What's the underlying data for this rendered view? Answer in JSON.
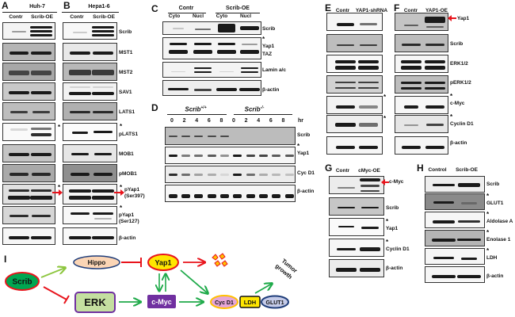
{
  "panels": {
    "A": {
      "letter": "A",
      "cell_line": "Huh-7",
      "lanes": [
        "Contr",
        "Scrib-OE"
      ],
      "blots": [
        "Scrib",
        "MST1",
        "MST2",
        "SAV1",
        "LATS1",
        "pLATS1",
        "MOB1",
        "pMOB1",
        "pYap1 (Ser397)",
        "pYap1 (Ser127)",
        "β-actin"
      ]
    },
    "B": {
      "letter": "B",
      "cell_line": "Hepa1-6",
      "lanes": [
        "Contr",
        "Scrib-OE"
      ],
      "labels": [
        "Scrib",
        "MST1",
        "MST2",
        "SAV1",
        "LATS1",
        "pLATS1",
        "MOB1",
        "pMOB1",
        "pYap1",
        "(Ser397)",
        "pYap1",
        "(Ser127)",
        "β-actin"
      ]
    },
    "C": {
      "letter": "C",
      "groups": [
        "Contr",
        "Scrib-OE"
      ],
      "lanes": [
        "Cyto",
        "Nucl",
        "Cyto",
        "Nucl"
      ],
      "labels": [
        "Scrib",
        "Yap1",
        "TAZ",
        "Lamin a/c",
        "β-actin"
      ]
    },
    "D": {
      "letter": "D",
      "groups": [
        "Scrib",
        "Scrib"
      ],
      "group_superscripts": [
        "+/+",
        "-/-"
      ],
      "timepoints": [
        "0",
        "2",
        "4",
        "6",
        "8",
        "0",
        "2",
        "4",
        "6",
        "8"
      ],
      "time_unit": "hr",
      "labels": [
        "Scrib",
        "Yap1",
        "Cyc D1",
        "β-actin"
      ]
    },
    "E": {
      "letter": "E",
      "lanes": [
        "Contr",
        "YAP1-shRNA"
      ]
    },
    "F": {
      "letter": "F",
      "lanes": [
        "Contr",
        "YAP1-OE"
      ],
      "labels": [
        "Yap1",
        "Scrib",
        "ERK1/2",
        "pERK1/2",
        "c-Myc",
        "Cyclin D1",
        "β-actin"
      ]
    },
    "G": {
      "letter": "G",
      "lanes": [
        "Contr",
        "cMyc-OE"
      ],
      "labels": [
        "c-Myc",
        "Scrib",
        "Yap1",
        "Cyclin D1",
        "β-actin"
      ]
    },
    "H": {
      "letter": "H",
      "lanes": [
        "Control",
        "Scrib-OE"
      ],
      "labels": [
        "Scrib",
        "GLUT1",
        "Aldolase A",
        "Enolase 1",
        "LDH",
        "β-actin"
      ]
    },
    "I": {
      "letter": "I",
      "nodes": {
        "scrib": "Scrib",
        "hippo": "Hippo",
        "yap1": "Yap1",
        "erk": "ERK",
        "cmyc": "c-Myc",
        "cycd1": "Cyc D1",
        "ldh": "LDH",
        "glut1": "GLUT1",
        "tumor1": "Tumor",
        "tumor2": "growth"
      }
    }
  },
  "star": "*",
  "colors": {
    "red": "#e8141c",
    "green": "#1faa4a",
    "light_green": "#8dc63f",
    "purple": "#7030a0",
    "yellow": "#ffe600",
    "scrib_fill": "#00a651",
    "hippo_fill": "#fbd5b5",
    "erk_fill": "#c4dfa0",
    "cycd1_fill": "#e6a6d8",
    "glut1_fill": "#c5cbe8"
  }
}
